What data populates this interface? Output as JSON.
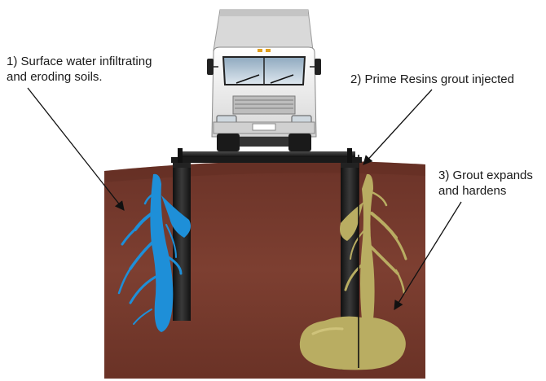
{
  "labels": {
    "step_1": "1) Surface water infiltrating\nand eroding soils.",
    "step_2": "2) Prime Resins grout injected",
    "step_3": "3) Grout expands\nand hardens"
  },
  "colors": {
    "soil": "#7a3b2e",
    "soil_dark": "#5a2a20",
    "water": "#1e8fd8",
    "grout": "#b9ad62",
    "pier": "#2a2a2a",
    "truck_body": "#eeeeee"
  }
}
